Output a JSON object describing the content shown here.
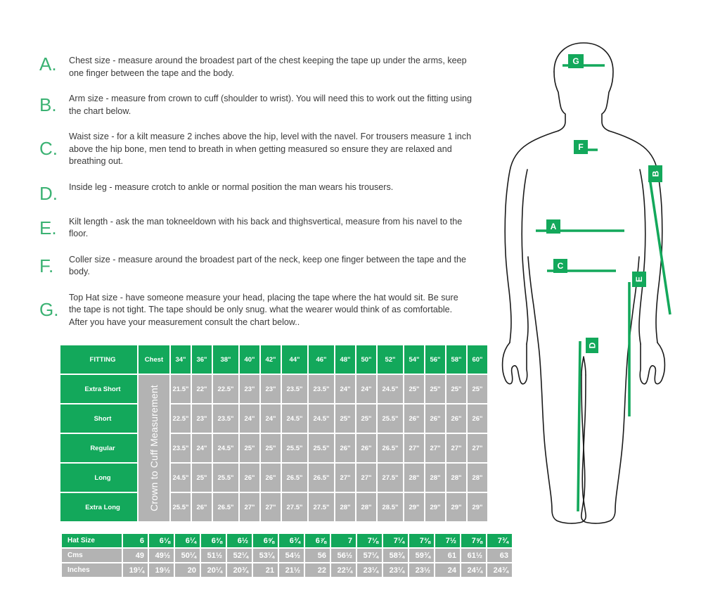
{
  "instructions": [
    {
      "letter": "A.",
      "text": "Chest size - measure around the broadest part of the chest keeping the tape up under the arms, keep one finger between the tape and the body."
    },
    {
      "letter": "B.",
      "text": "Arm size - measure from crown to cuff (shoulder to wrist). You will need this to work out the fitting using the chart below."
    },
    {
      "letter": "C.",
      "text": "Waist size - for a kilt measure 2 inches above the hip, level with the navel. For trousers measure 1 inch above the hip bone, men tend to breath in when getting measured so ensure they are relaxed and breathing out."
    },
    {
      "letter": "D.",
      "text": "Inside leg - measure crotch to ankle or normal position the man wears his trousers."
    },
    {
      "letter": "E.",
      "text": "Kilt length - ask the man tokneeldown with his back and thighsvertical, measure from his navel to the floor."
    },
    {
      "letter": "F.",
      "text": "Coller size - measure around the broadest part of the neck, keep one finger between the tape and the body."
    },
    {
      "letter": "G.",
      "text": "Top Hat size - have someone measure your head, placing the tape where the hat would sit. Be sure the tape is not tight. The tape should be only snug. what the wearer would think of as comfortable. After you have your measurement consult the chart below.."
    }
  ],
  "figure": {
    "labels": [
      "G",
      "F",
      "B",
      "A",
      "C",
      "E",
      "D"
    ],
    "accent_color": "#13a85b",
    "outline_color": "#1a1a1a"
  },
  "fitting_table": {
    "accent_color": "#13a85b",
    "data_bg_color": "#b3b3b3",
    "header": {
      "fitting_label": "FITTING",
      "chest_label": "Chest",
      "sizes": [
        "34\"",
        "36\"",
        "38\"",
        "40\"",
        "42\"",
        "44\"",
        "46\"",
        "48\"",
        "50\"",
        "52\"",
        "54\"",
        "56\"",
        "58\"",
        "60\""
      ]
    },
    "rotated_label": "Crown to Cuff Measurement",
    "rows": [
      {
        "fitting": "Extra Short",
        "values": [
          "21.5\"",
          "22\"",
          "22.5\"",
          "23\"",
          "23\"",
          "23.5\"",
          "23.5\"",
          "24\"",
          "24\"",
          "24.5\"",
          "25\"",
          "25\"",
          "25\"",
          "25\""
        ]
      },
      {
        "fitting": "Short",
        "values": [
          "22.5\"",
          "23\"",
          "23.5\"",
          "24\"",
          "24\"",
          "24.5\"",
          "24.5\"",
          "25\"",
          "25\"",
          "25.5\"",
          "26\"",
          "26\"",
          "26\"",
          "26\""
        ]
      },
      {
        "fitting": "Regular",
        "values": [
          "23.5\"",
          "24\"",
          "24.5\"",
          "25\"",
          "25\"",
          "25.5\"",
          "25.5\"",
          "26\"",
          "26\"",
          "26.5\"",
          "27\"",
          "27\"",
          "27\"",
          "27\""
        ]
      },
      {
        "fitting": "Long",
        "values": [
          "24.5\"",
          "25\"",
          "25.5\"",
          "26\"",
          "26\"",
          "26.5\"",
          "26.5\"",
          "27\"",
          "27\"",
          "27.5\"",
          "28\"",
          "28\"",
          "28\"",
          "28\""
        ]
      },
      {
        "fitting": "Extra Long",
        "values": [
          "25.5\"",
          "26\"",
          "26.5\"",
          "27\"",
          "27\"",
          "27.5\"",
          "27.5\"",
          "28\"",
          "28\"",
          "28.5\"",
          "29\"",
          "29\"",
          "29\"",
          "29\""
        ]
      }
    ]
  },
  "hat_table": {
    "accent_color": "#13a85b",
    "data_bg_color": "#b3b3b3",
    "rows": [
      {
        "label": "Hat Size",
        "values": [
          "6",
          "6⅛",
          "6¼",
          "6⅜",
          "6½",
          "6⅝",
          "6¾",
          "6⅞",
          "7",
          "7⅛",
          "7¼",
          "7⅜",
          "7½",
          "7⅝",
          "7¾"
        ]
      },
      {
        "label": "Cms",
        "values": [
          "49",
          "49½",
          "50¼",
          "51½",
          "52¼",
          "53¼",
          "54½",
          "56",
          "56½",
          "57¼",
          "58¾",
          "59¾",
          "61",
          "61½",
          "63"
        ]
      },
      {
        "label": "Inches",
        "values": [
          "19¼",
          "19½",
          "20",
          "20¼",
          "20¾",
          "21",
          "21½",
          "22",
          "22¼",
          "23¼",
          "23¼",
          "23½",
          "24",
          "24¼",
          "24¾"
        ]
      }
    ]
  }
}
